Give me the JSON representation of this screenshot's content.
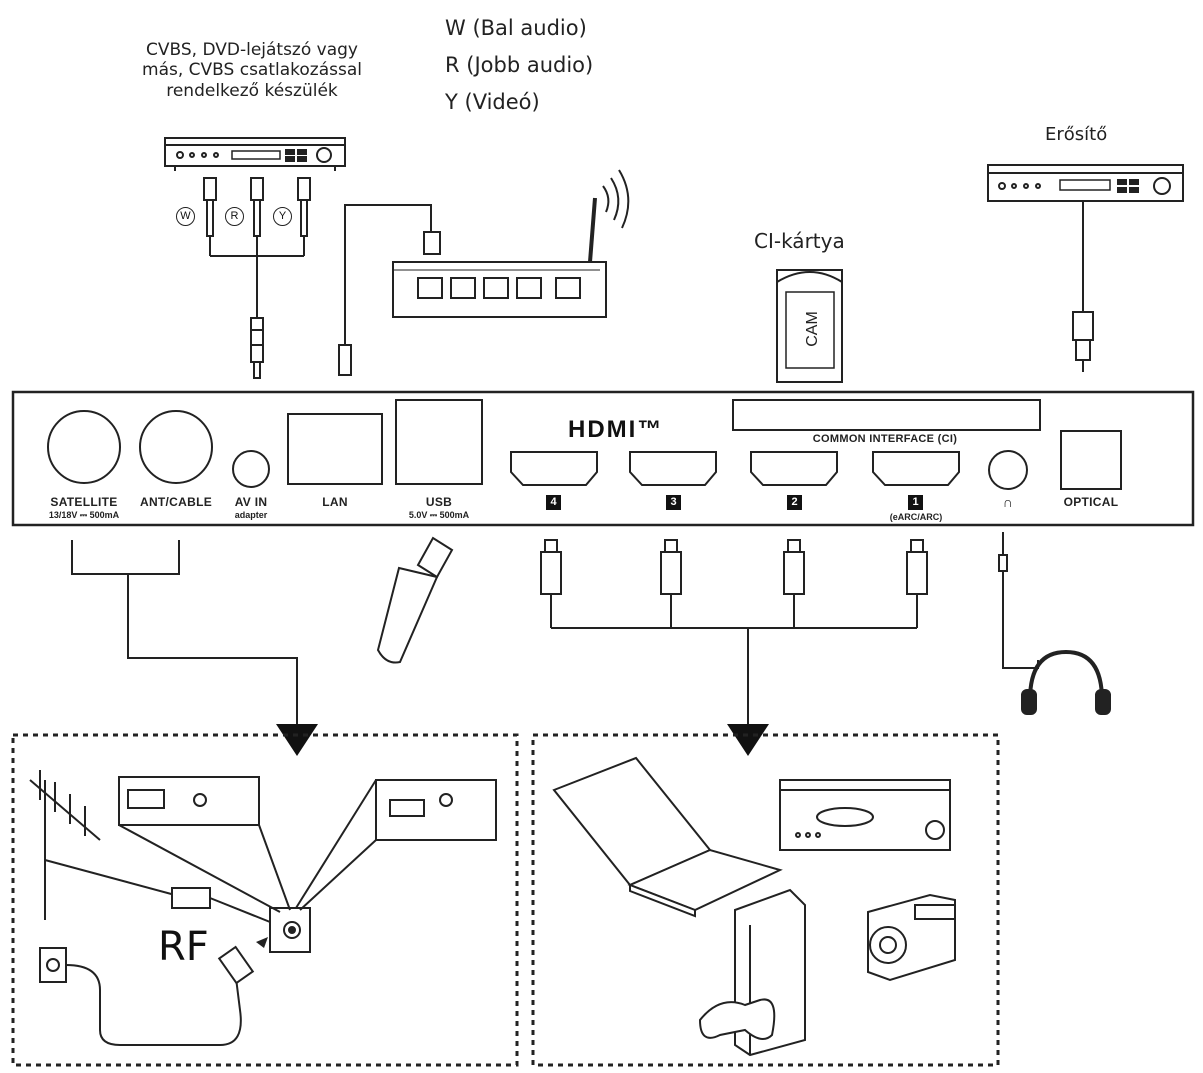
{
  "labels": {
    "cvbs_device": [
      "CVBS, DVD-lejátszó vagy",
      "más, CVBS csatlakozással",
      "rendelkező készülék"
    ],
    "audio_video": [
      "W (Bal audio)",
      "R (Jobb audio)",
      "Y (Videó)"
    ],
    "amplifier": "Erősítő",
    "ci_card": "CI-kártya",
    "cam": "CAM",
    "rf": "RF",
    "plug_w": "W",
    "plug_r": "R",
    "plug_y": "Y"
  },
  "panel": {
    "hdmi_logo": "HDMI™",
    "common_interface": "COMMON INTERFACE (CI)",
    "satellite": "SATELLITE",
    "satellite_sub": "13/18V ⎓ 500mA",
    "ant_cable": "ANT/CABLE",
    "av_in": "AV IN",
    "av_in_sub": "adapter",
    "lan": "LAN",
    "usb": "USB",
    "usb_sub": "5.0V ⎓ 500mA",
    "optical": "OPTICAL",
    "hdmi_ports": [
      {
        "num": "4",
        "sub": ""
      },
      {
        "num": "3",
        "sub": ""
      },
      {
        "num": "2",
        "sub": ""
      },
      {
        "num": "1",
        "sub": "(eARC/ARC)"
      }
    ],
    "headphone_symbol": "∩"
  },
  "icons": [
    "dvd-player-icon",
    "router-icon",
    "ci-cam-card-icon",
    "amplifier-icon",
    "usb-stick-icon",
    "headphones-icon",
    "antenna-icon",
    "wall-socket-icon",
    "laptop-icon",
    "dvd-recorder-icon",
    "game-console-icon",
    "camcorder-icon"
  ]
}
